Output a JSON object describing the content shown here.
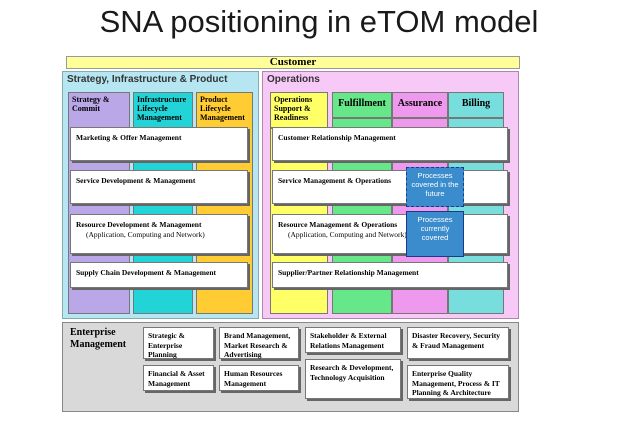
{
  "title": "SNA positioning in eTOM model",
  "customer": "Customer",
  "sip": {
    "title": "Strategy, Infrastructure & Product",
    "columns": [
      "Strategy & Commit",
      "Infrastructure Lifecycle Management",
      "Product Lifecycle Management"
    ],
    "rows": [
      {
        "label": "Marketing & Offer Management",
        "sub": ""
      },
      {
        "label": "Service Development & Management",
        "sub": ""
      },
      {
        "label": "Resource Development & Management",
        "sub": "(Application, Computing and Network)"
      },
      {
        "label": "Supply Chain Development & Management",
        "sub": ""
      }
    ]
  },
  "ops": {
    "title": "Operations",
    "columns": [
      "Operations Support & Readiness",
      "Fulfillment",
      "Assurance",
      "Billing"
    ],
    "rows": [
      {
        "label": "Customer Relationship Management",
        "sub": ""
      },
      {
        "label": "Service Management & Operations",
        "sub": ""
      },
      {
        "label": "Resource Management & Operations",
        "sub": "(Application, Computing and Network)"
      },
      {
        "label": "Supplier/Partner Relationship Management",
        "sub": ""
      }
    ],
    "future_note": "Processes covered in the future",
    "current_note": "Processes currently covered"
  },
  "em": {
    "title": "Enterprise Management",
    "boxes": [
      "Strategic & Enterprise Planning",
      "Brand Management, Market Research & Advertising",
      "Stakeholder & External Relations Management",
      "Disaster Recovery, Security & Fraud Management",
      "Financial & Asset Management",
      "Human Resources Management",
      "Research & Development, Technology Acquisition",
      "Enterprise Quality Management, Process & IT Planning & Architecture"
    ]
  },
  "colors": {
    "customer": "#ffff99",
    "sip_panel": "#b6e6f2",
    "ops_panel": "#f7c9f7",
    "strategy": "#b9a7e8",
    "infrastructure": "#22d3d8",
    "product": "#ffcc33",
    "ops_support": "#ffff66",
    "fulfillment": "#66e88a",
    "assurance": "#ee99ee",
    "billing": "#77dddd",
    "note_fill": "#3a8ccc",
    "em_panel": "#d9d9d9"
  }
}
